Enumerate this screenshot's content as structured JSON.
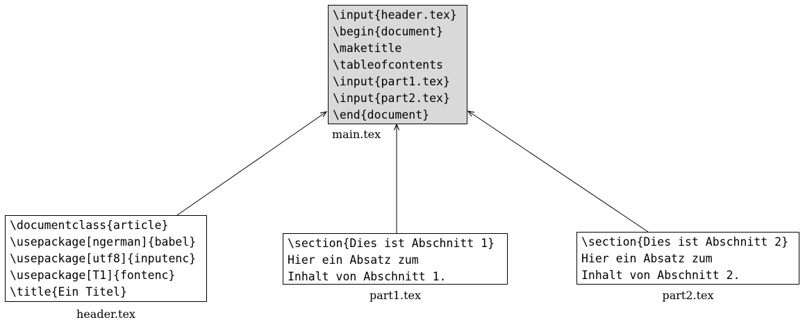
{
  "colors": {
    "background": "#ffffff",
    "main_box_fill": "#d9d9d9",
    "sub_box_fill": "#ffffff",
    "box_border": "#000000",
    "edge_line": "#000000"
  },
  "boxes": {
    "main": {
      "label": "main.tex",
      "fill": "#d9d9d9",
      "lines": [
        "\\input{header.tex}",
        "\\begin{document}",
        "\\maketitle",
        "\\tableofcontents",
        "\\input{part1.tex}",
        "\\input{part2.tex}",
        "\\end{document}"
      ]
    },
    "header": {
      "label": "header.tex",
      "fill": "#ffffff",
      "lines": [
        "\\documentclass{article}",
        "\\usepackage[ngerman]{babel}",
        "\\usepackage[utf8]{inputenc}",
        "\\usepackage[T1]{fontenc}",
        "\\title{Ein Titel}"
      ]
    },
    "part1": {
      "label": "part1.tex",
      "fill": "#ffffff",
      "lines": [
        "\\section{Dies ist Abschnitt 1}",
        "Hier ein Absatz zum",
        "Inhalt von Abschnitt 1."
      ]
    },
    "part2": {
      "label": "part2.tex",
      "fill": "#ffffff",
      "lines": [
        "\\section{Dies ist Abschnitt 2}",
        "Hier ein Absatz zum",
        "Inhalt von Abschnitt 2."
      ]
    }
  },
  "edges": [
    {
      "from": "header.tex",
      "to": "main.tex",
      "arrow_at": "main.tex"
    },
    {
      "from": "part1.tex",
      "to": "main.tex",
      "arrow_at": "main.tex"
    },
    {
      "from": "part2.tex",
      "to": "main.tex",
      "arrow_at": "main.tex"
    }
  ]
}
